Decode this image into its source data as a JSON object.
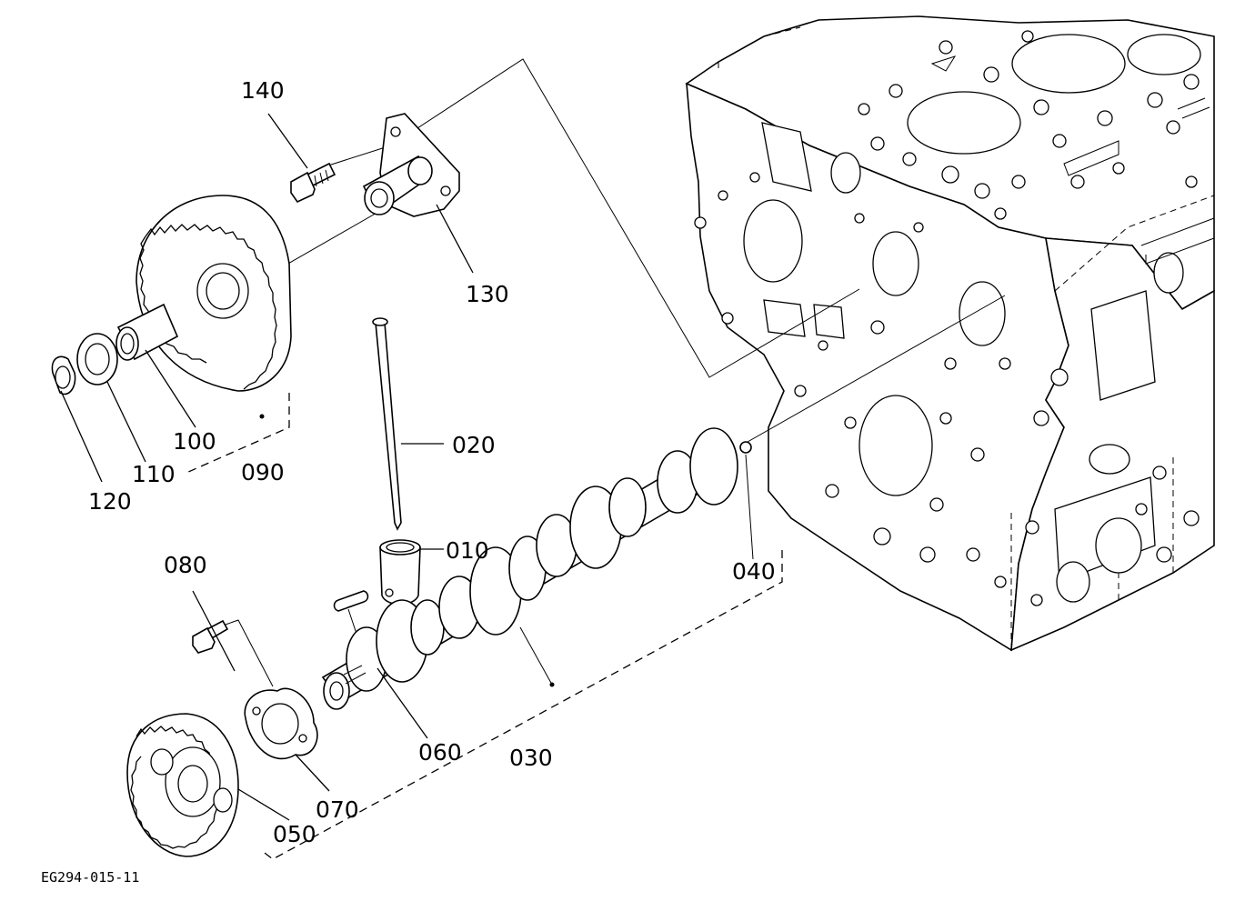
{
  "diagram": {
    "part_labels": {
      "p010": "010",
      "p020": "020",
      "p030": "030",
      "p040": "040",
      "p050": "050",
      "p060": "060",
      "p070": "070",
      "p080": "080",
      "p090": "090",
      "p100": "100",
      "p110": "110",
      "p120": "120",
      "p130": "130",
      "p140": "140"
    },
    "figure_code": "EG294-015-11"
  }
}
